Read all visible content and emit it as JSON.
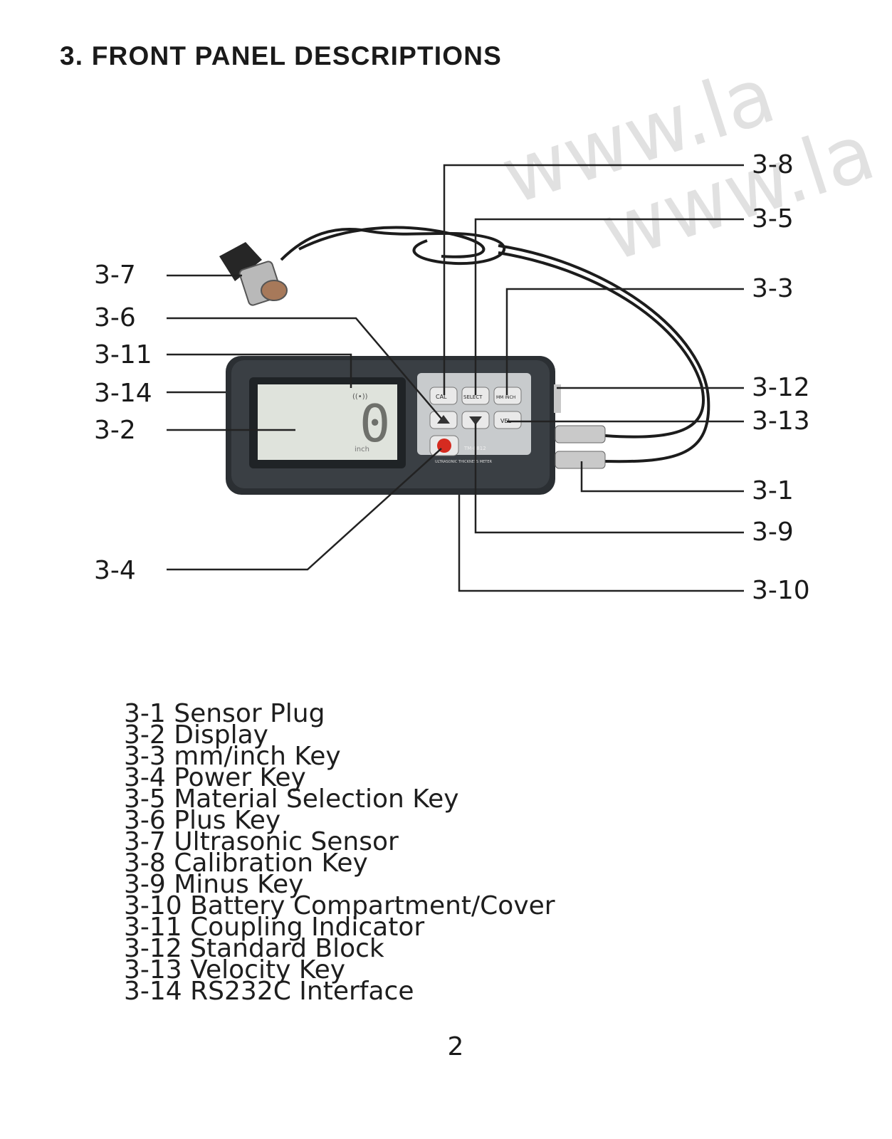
{
  "heading": "3.  FRONT PANEL DESCRIPTIONS",
  "watermark": {
    "line1": "www.la",
    "line2": "www.la"
  },
  "device": {
    "display_value": "0",
    "display_unit": "inch",
    "display_indicator": "((•))",
    "keys": {
      "cal": "CAL",
      "select": "SELECT",
      "mm_inch": "MM INCH",
      "vel": "VEL"
    },
    "model": "TM-8812",
    "name": "ULTRASONIC THICKNESS METER"
  },
  "callouts": {
    "c3_8": "3-8",
    "c3_5": "3-5",
    "c3_3": "3-3",
    "c3_12": "3-12",
    "c3_13": "3-13",
    "c3_1": "3-1",
    "c3_9": "3-9",
    "c3_10": "3-10",
    "c3_7": "3-7",
    "c3_6": "3-6",
    "c3_11": "3-11",
    "c3_14": "3-14",
    "c3_2": "3-2",
    "c3_4": "3-4"
  },
  "legend": [
    "3-1 Sensor Plug",
    "3-2 Display",
    "3-3 mm/inch Key",
    "3-4 Power Key",
    "3-5 Material Selection Key",
    "3-6 Plus Key",
    "3-7 Ultrasonic Sensor",
    "3-8 Calibration Key",
    "3-9 Minus Key",
    "3-10 Battery Compartment/Cover",
    "3-11 Coupling Indicator",
    "3-12 Standard Block",
    "3-13 Velocity Key",
    "3-14  RS232C Interface"
  ],
  "page_number": "2"
}
